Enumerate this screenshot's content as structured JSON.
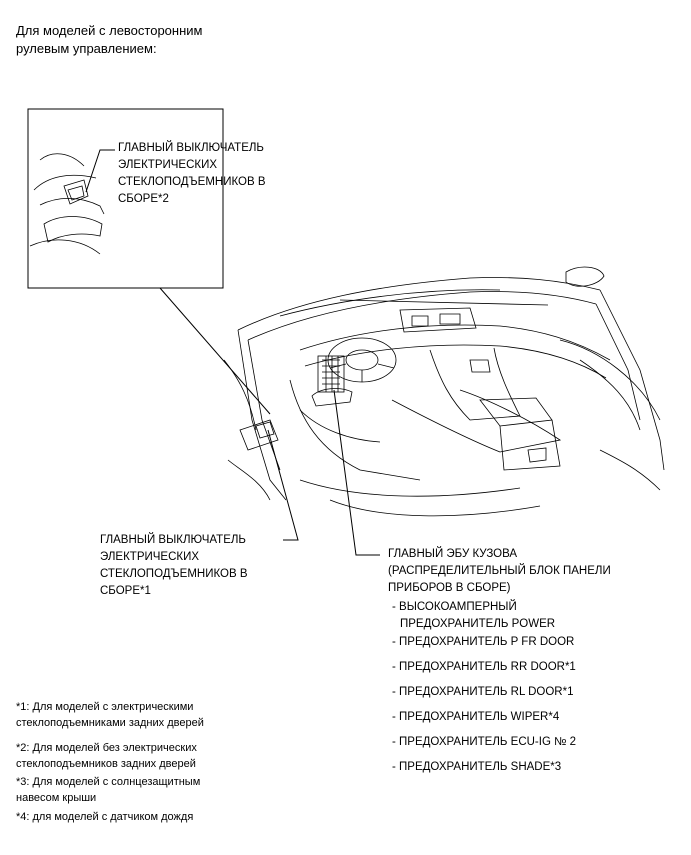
{
  "title": {
    "line1": "Для моделей с левосторонним",
    "line2": "рулевым управлением:"
  },
  "callouts": {
    "switch2": [
      "ГЛАВНЫЙ ВЫКЛЮЧАТЕЛЬ",
      "ЭЛЕКТРИЧЕСКИХ",
      "СТЕКЛОПОДЪЕМНИКОВ В",
      "СБОРЕ*2"
    ],
    "switch1": [
      "ГЛАВНЫЙ ВЫКЛЮЧАТЕЛЬ",
      "ЭЛЕКТРИЧЕСКИХ",
      "СТЕКЛОПОДЪЕМНИКОВ В",
      "СБОРЕ*1"
    ],
    "ecu": [
      "ГЛАВНЫЙ ЭБУ КУЗОВА",
      "(РАСПРЕДЕЛИТЕЛЬНЫЙ БЛОК ПАНЕЛИ",
      "ПРИБОРОВ В СБОРЕ)"
    ]
  },
  "fuses": [
    [
      "- ВЫСОКОАМПЕРНЫЙ",
      "ПРЕДОХРАНИТЕЛЬ POWER"
    ],
    [
      "- ПРЕДОХРАНИТЕЛЬ P FR DOOR"
    ],
    [
      "- ПРЕДОХРАНИТЕЛЬ RR DOOR*1"
    ],
    [
      "- ПРЕДОХРАНИТЕЛЬ RL DOOR*1"
    ],
    [
      "- ПРЕДОХРАНИТЕЛЬ WIPER*4"
    ],
    [
      "- ПРЕДОХРАНИТЕЛЬ ECU-IG № 2"
    ],
    [
      "- ПРЕДОХРАНИТЕЛЬ SHADE*3"
    ]
  ],
  "notes": [
    [
      "*1: Для моделей с электрическими",
      "стеклоподъемниками задних дверей"
    ],
    [
      "*2: Для моделей без электрических",
      "стеклоподъемников задних дверей"
    ],
    [
      "*3: Для моделей с солнцезащитным",
      "навесом крыши"
    ],
    [
      "*4: для моделей с датчиком дождя"
    ]
  ]
}
